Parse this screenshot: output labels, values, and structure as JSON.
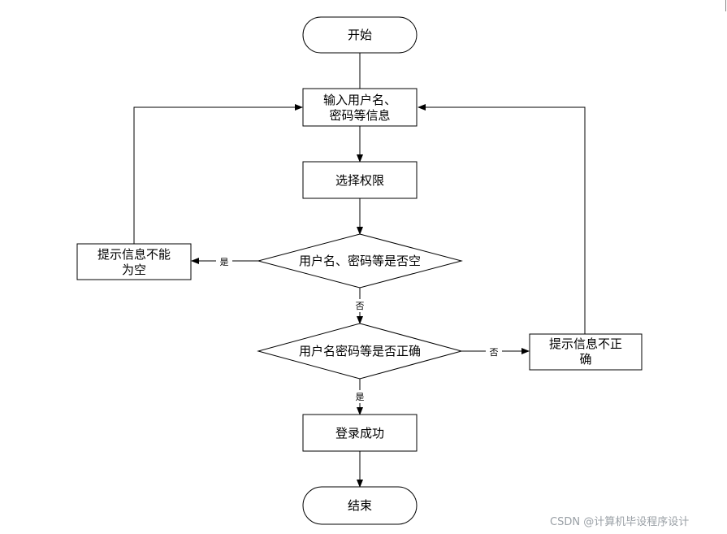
{
  "nodes": {
    "start": "开始",
    "input_line1": "输入用户名、",
    "input_line2": "密码等信息",
    "select_role": "选择权限",
    "check_empty": "用户名、密码等是否空",
    "empty_prompt_line1": "提示信息不能",
    "empty_prompt_line2": "为空",
    "check_correct": "用户名密码等是否正确",
    "incorrect_prompt_line1": "提示信息不正",
    "incorrect_prompt_line2": "确",
    "login_success": "登录成功",
    "end": "结束"
  },
  "edges": {
    "empty_yes": "是",
    "empty_no": "否",
    "correct_no": "否",
    "correct_yes": "是"
  },
  "watermark": "CSDN @计算机毕设程序设计"
}
